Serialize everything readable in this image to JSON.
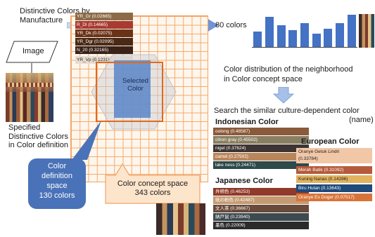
{
  "header": {
    "distinctive_title": "Distinctive Colors by\nManufacture",
    "image_label": "Image",
    "specified_label": "Specified\nDistinctive Colors\nin Color definition space",
    "color_def_callout": "Color\ndefinition\nspace\n130 colors",
    "concept_callout": "Color concept space\n343 colors",
    "selected_label": "Selected\nColor"
  },
  "distinctive_swatches": [
    {
      "label": "YR_Gr (0.02665)",
      "color": "#8b6b47"
    },
    {
      "label": "R_Dl (0.14665)",
      "color": "#a83a32"
    },
    {
      "label": "YR_Dk (0.02075)",
      "color": "#6a3318"
    },
    {
      "label": "YR_Dgr (0.02095)",
      "color": "#4a2a16"
    },
    {
      "label": "N_20 (0.32165)",
      "color": "#3a2218"
    },
    {
      "label": "YR_Vp (0.1231)",
      "color": "#e8ddd0"
    }
  ],
  "histogram": {
    "label": "80 colors",
    "caption": "Color distribution of the neighborhood\nin Color concept space",
    "values": [
      0.45,
      0.9,
      0.65,
      0.5,
      0.7,
      0.4,
      0.55,
      0.7,
      0.95
    ]
  },
  "search_title": "Search the similar culture-dependent color",
  "search_name": "(name)",
  "indonesian": {
    "title": "Indonesian Color",
    "rows": [
      {
        "label": "oolong (0.48587)",
        "color": "#8b5a3a"
      },
      {
        "label": "citron gray (0.45502)",
        "color": "#8a7f62"
      },
      {
        "label": "nigel (0.37624)",
        "color": "#3e3532"
      },
      {
        "label": "camel (0.27502)",
        "color": "#b9865a"
      },
      {
        "label": "lake ness (0.24471)",
        "color": "#2e4a4a"
      }
    ]
  },
  "japanese": {
    "title": "Japanese Color",
    "rows": [
      {
        "label": "弁柄色 (0.46253)",
        "color": "#8f3a2a"
      },
      {
        "label": "砥の粉色 (0.42487)",
        "color": "#c49a72"
      },
      {
        "label": "文人茶 (0.36667)",
        "color": "#6a4a3a"
      },
      {
        "label": "納戸鼠 (0.23940)",
        "color": "#3d4a4f"
      },
      {
        "label": "墨色 (0.22009)",
        "color": "#2b2b2b"
      }
    ]
  },
  "european": {
    "title": "European Color",
    "rows": [
      {
        "label": "Oranye Getuk Lindri\n(0.33784)",
        "color": "#f2c7a8"
      },
      {
        "label": "Merah Batik (0.31092)",
        "color": "#b55a3c"
      },
      {
        "label": "Kuning Nanas (0.14286)",
        "color": "#e2b35f"
      },
      {
        "label": "Biru Hutan (0.13643)",
        "color": "#1f4a7a"
      },
      {
        "label": "Oranye Es Doger (0.07517)",
        "color": "#d8743a"
      }
    ]
  }
}
